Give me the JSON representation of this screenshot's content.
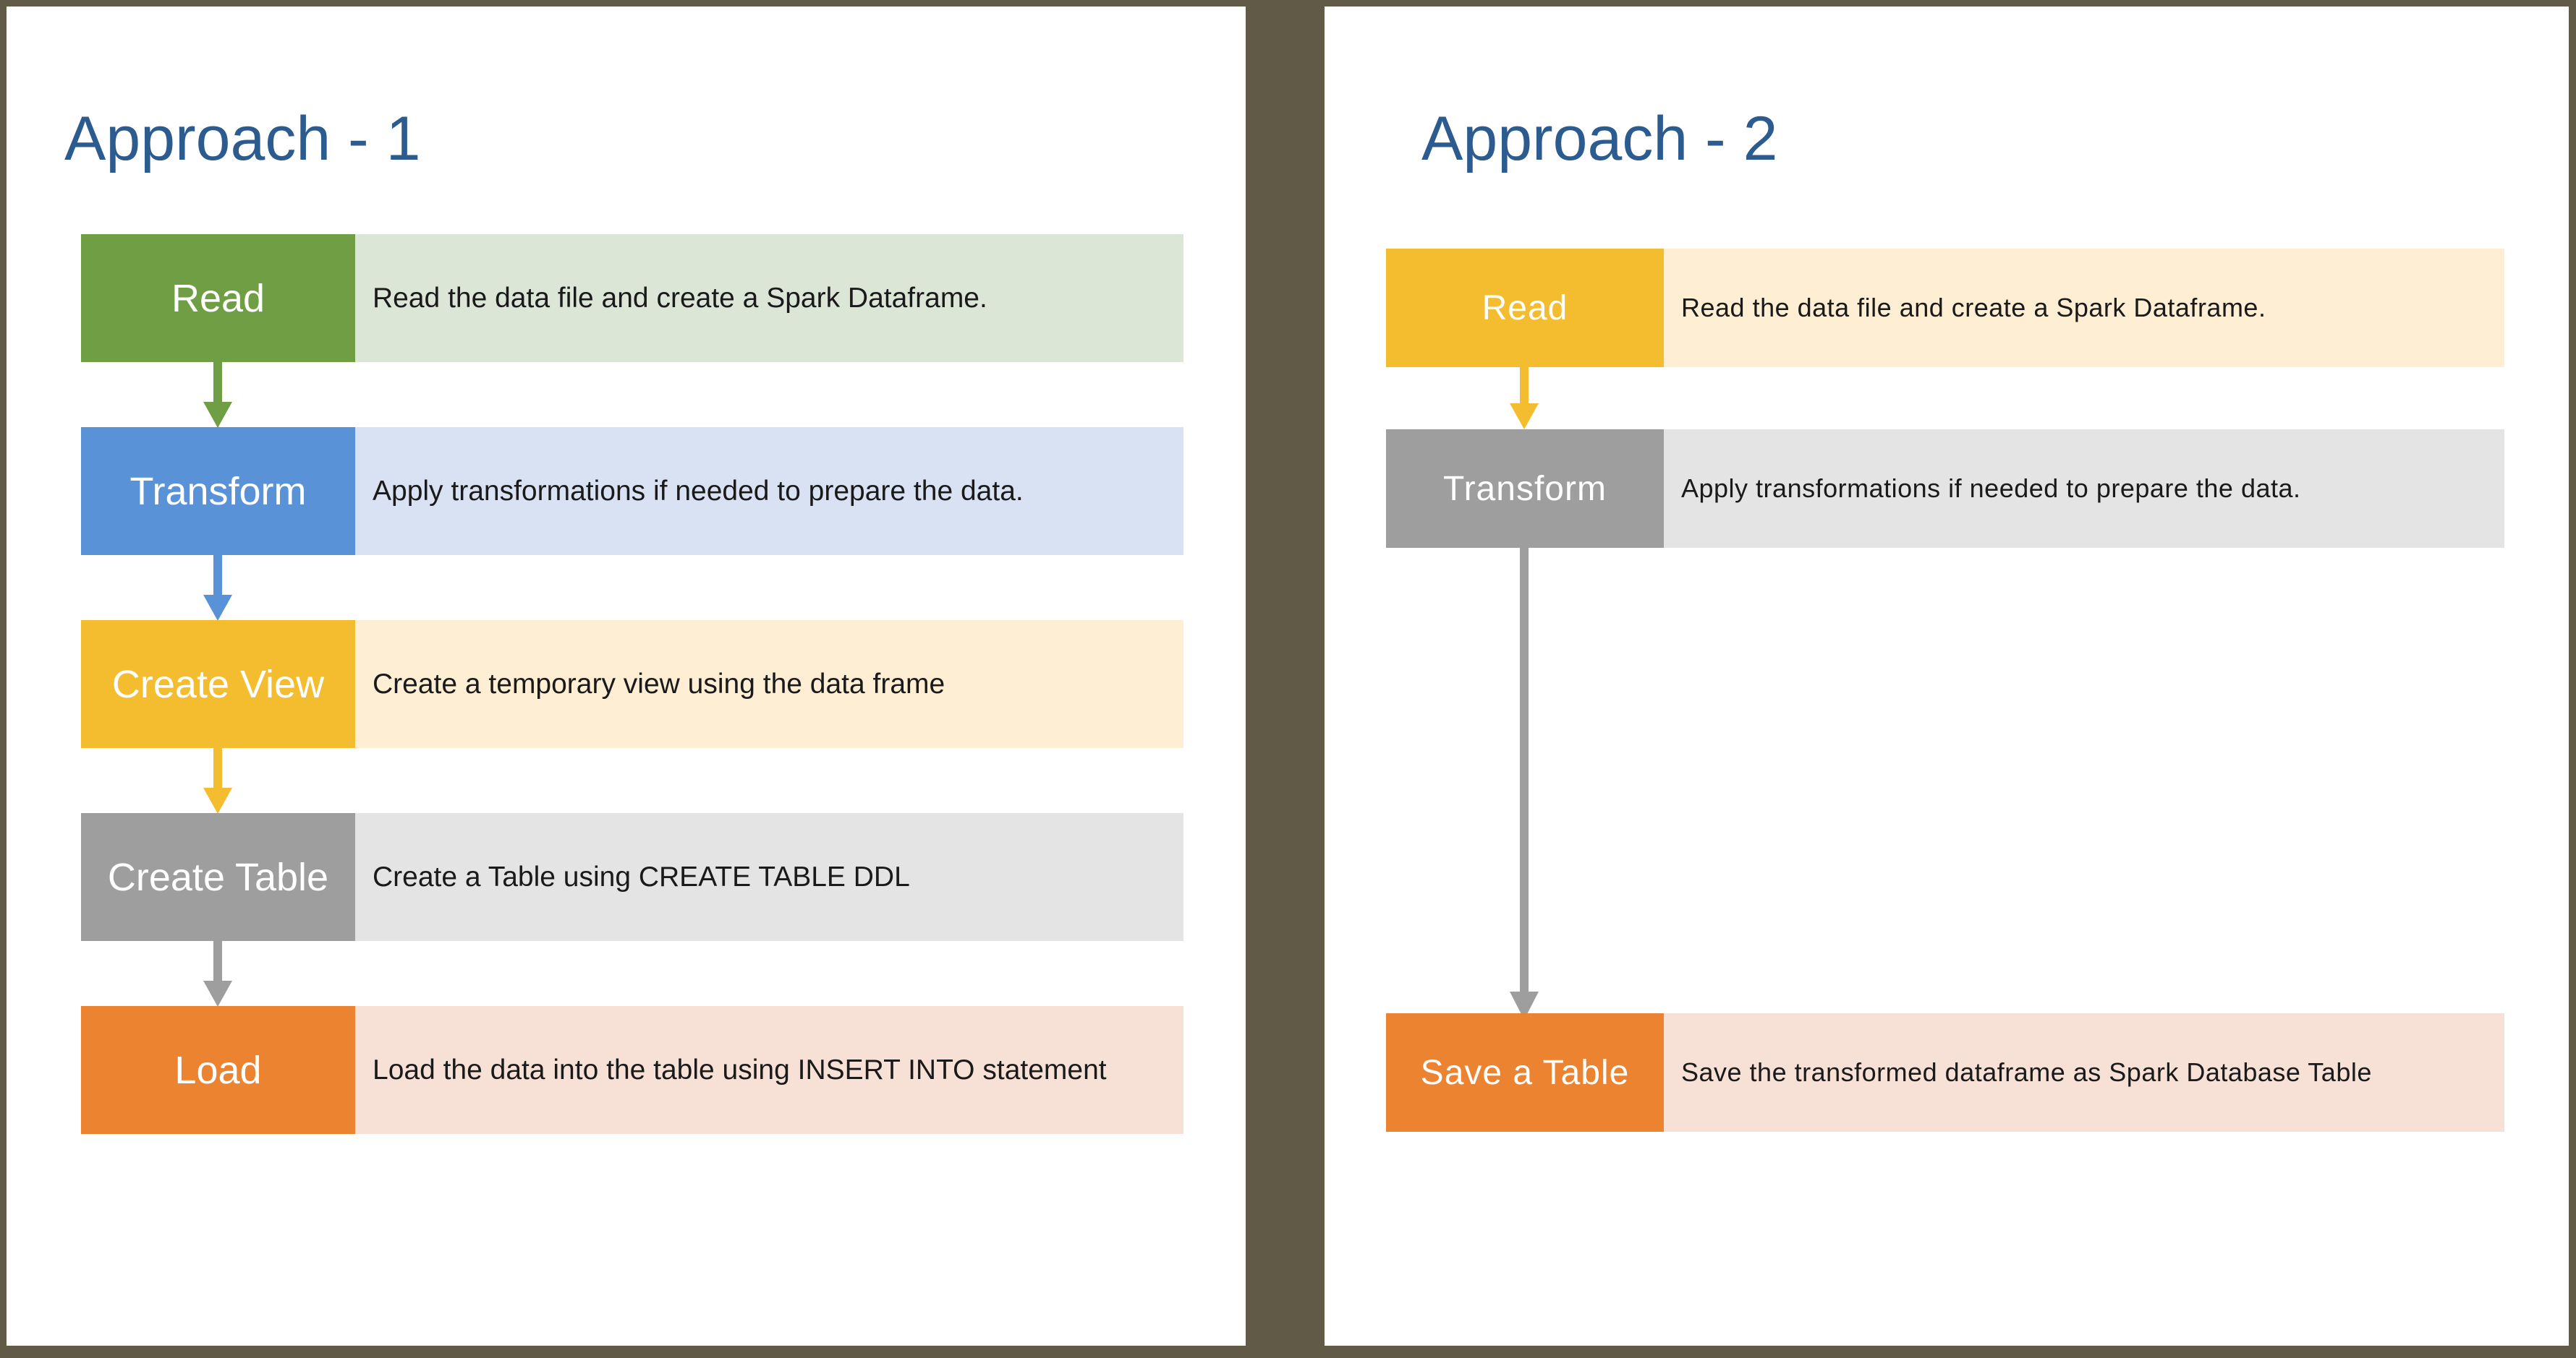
{
  "colors": {
    "frame": "#615a47",
    "panel": "#ffffff",
    "title": "#2b5b8f",
    "green": "#6f9e45",
    "green_light": "#dce6d6",
    "blue": "#5a92d8",
    "blue_light": "#d8e2f2",
    "yellow": "#f4bc2f",
    "yellow_light": "#fdeed4",
    "gray": "#9e9e9e",
    "gray_light": "#e4e4e4",
    "orange": "#ec8330",
    "orange_light": "#f7e1d6"
  },
  "approach1": {
    "title": "Approach - 1",
    "steps": [
      {
        "label": "Read",
        "description": "Read the data file and create a Spark Dataframe."
      },
      {
        "label": "Transform",
        "description": "Apply transformations if needed to prepare the data."
      },
      {
        "label": "Create View",
        "description": "Create a temporary view using the data frame"
      },
      {
        "label": "Create Table",
        "description": "Create a Table using CREATE TABLE DDL"
      },
      {
        "label": "Load",
        "description": "Load the data into the table using INSERT INTO statement"
      }
    ]
  },
  "approach2": {
    "title": "Approach - 2",
    "steps": [
      {
        "label": "Read",
        "description": "Read the data file and create a Spark Dataframe."
      },
      {
        "label": "Transform",
        "description": "Apply transformations if needed to prepare the data."
      },
      {
        "label": "Save a Table",
        "description": "Save the transformed dataframe as Spark Database Table"
      }
    ]
  }
}
